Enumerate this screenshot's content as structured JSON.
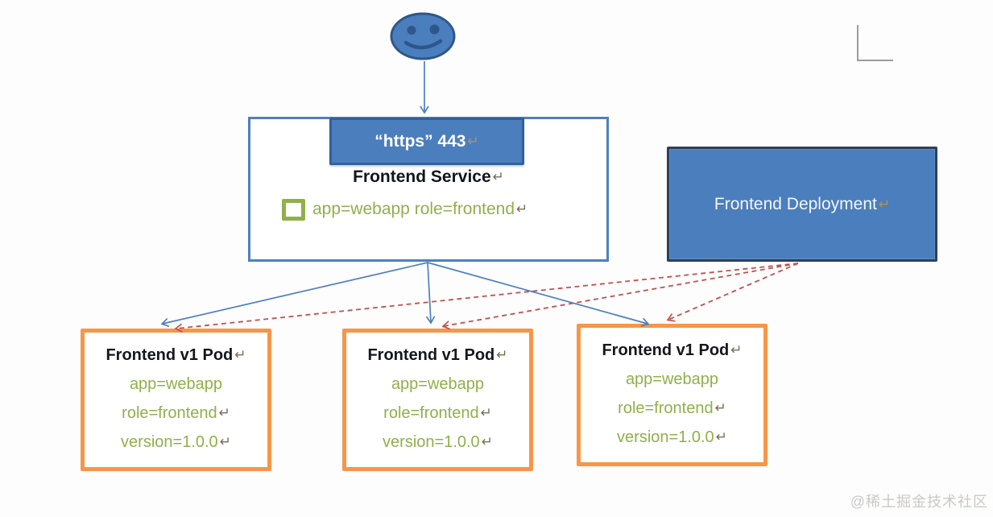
{
  "diagram": {
    "type": "kubernetes-service-topology",
    "user_icon": "smiley-face",
    "service": {
      "port_label": "“https” 443",
      "title": "Frontend Service",
      "selector": "app=webapp role=frontend"
    },
    "deployment": {
      "title": "Frontend Deployment"
    },
    "pods": [
      {
        "title": "Frontend v1 Pod",
        "labels": [
          "app=webapp",
          "role=frontend",
          "version=1.0.0"
        ]
      },
      {
        "title": "Frontend v1 Pod",
        "labels": [
          "app=webapp",
          "role=frontend",
          "version=1.0.0"
        ]
      },
      {
        "title": "Frontend v1 Pod",
        "labels": [
          "app=webapp",
          "role=frontend",
          "version=1.0.0"
        ]
      }
    ],
    "connections": {
      "user_to_service": {
        "style": "solid",
        "color": "#4d80bf"
      },
      "service_to_pods": {
        "style": "solid",
        "color": "#4d80bf",
        "targets": [
          "pod-1",
          "pod-2",
          "pod-3"
        ]
      },
      "deployment_to_pods": {
        "style": "dashed",
        "color": "#c2504e",
        "targets": [
          "pod-1",
          "pod-2",
          "pod-3"
        ]
      }
    }
  },
  "marks": {
    "return": "↵"
  },
  "watermark": {
    "text": "@稀土掘金技术社区"
  },
  "colors": {
    "box_blue_fill": "#4b7ebc",
    "box_blue_border": "#31619b",
    "service_border_blue": "#4d80bf",
    "pod_border_orange": "#f79646",
    "label_green": "#8fb04a",
    "dashed_red": "#c2504e",
    "text_black": "#16161e",
    "watermark_gray": "#cbc9c5"
  }
}
